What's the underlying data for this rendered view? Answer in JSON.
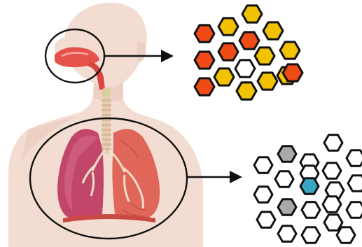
{
  "figure": {
    "subject": "respiratory-system",
    "regions": [
      {
        "id": "upper-airway",
        "highlighted": true
      },
      {
        "id": "lungs",
        "highlighted": true
      }
    ]
  },
  "colors": {
    "skin": "#f3ddd2",
    "skin_shade": "#e9c9bb",
    "airway_red": "#e4524a",
    "airway_dark": "#c63b34",
    "lung_left": "#c2456a",
    "lung_left_dark": "#9c2f52",
    "lung_right": "#e0665a",
    "lung_right_dark": "#b54338",
    "trachea": "#e9d1b8",
    "outline": "#111111",
    "hex_red": "#f04a16",
    "hex_yellow": "#f2c200",
    "hex_white": "#ffffff",
    "hex_gray": "#a9a9a9",
    "hex_blue": "#37a7c4"
  },
  "clusters": [
    {
      "name": "upper-airway-cells",
      "cells": [
        {
          "fill": "yellow"
        },
        {
          "fill": "yellow"
        },
        {
          "fill": "red"
        },
        {
          "fill": "yellow"
        },
        {
          "fill": "red"
        },
        {
          "fill": "red"
        },
        {
          "fill": "red"
        },
        {
          "fill": "yellow"
        },
        {
          "fill": "yellow"
        },
        {
          "fill": "yellow"
        },
        {
          "fill": "yellow"
        },
        {
          "fill": "white"
        },
        {
          "fill": "yellow"
        },
        {
          "fill": "red"
        },
        {
          "fill": "red"
        },
        {
          "fill": "yellow"
        },
        {
          "fill": "yellow"
        }
      ]
    },
    {
      "name": "lung-cells",
      "cells": [
        {
          "fill": "white"
        },
        {
          "fill": "white"
        },
        {
          "fill": "gray"
        },
        {
          "fill": "white"
        },
        {
          "fill": "white"
        },
        {
          "fill": "white"
        },
        {
          "fill": "white"
        },
        {
          "fill": "white"
        },
        {
          "fill": "white"
        },
        {
          "fill": "blue"
        },
        {
          "fill": "white"
        },
        {
          "fill": "white"
        },
        {
          "fill": "white"
        },
        {
          "fill": "gray"
        },
        {
          "fill": "white"
        },
        {
          "fill": "white"
        },
        {
          "fill": "white"
        },
        {
          "fill": "white"
        },
        {
          "fill": "white"
        },
        {
          "fill": "white"
        },
        {
          "fill": "white"
        }
      ]
    }
  ]
}
